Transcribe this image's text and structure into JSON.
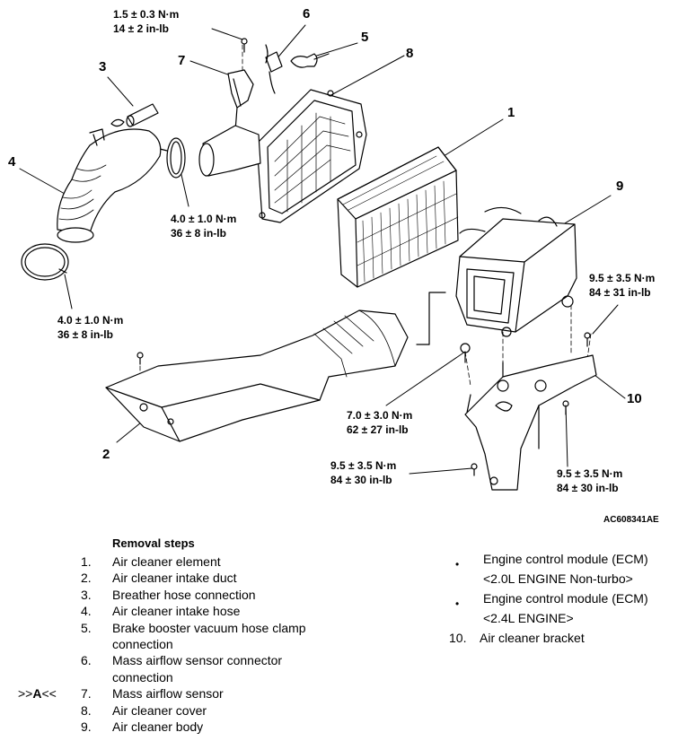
{
  "callouts": {
    "c1": "1",
    "c2": "2",
    "c3": "3",
    "c4": "4",
    "c5": "5",
    "c6": "6",
    "c7": "7",
    "c8": "8",
    "c9": "9",
    "c10": "10"
  },
  "torques": {
    "t1": {
      "nm": "1.5 ± 0.3 N·m",
      "inlb": "14 ± 2 in-lb"
    },
    "t2": {
      "nm": "4.0 ± 1.0 N·m",
      "inlb": "36 ± 8 in-lb"
    },
    "t3": {
      "nm": "4.0 ± 1.0 N·m",
      "inlb": "36 ± 8 in-lb"
    },
    "t4": {
      "nm": "9.5 ± 3.5 N·m",
      "inlb": "84 ± 31 in-lb"
    },
    "t5": {
      "nm": "7.0 ± 3.0 N·m",
      "inlb": "62 ± 27 in-lb"
    },
    "t6": {
      "nm": "9.5 ± 3.5 N·m",
      "inlb": "84 ± 30 in-lb"
    },
    "t7": {
      "nm": "9.5 ± 3.5 N·m",
      "inlb": "84 ± 30 in-lb"
    }
  },
  "figure_id": "AC608341AE",
  "removal": {
    "title": "Removal steps",
    "steps": [
      {
        "mark": "",
        "n": "1.",
        "text": "Air cleaner element"
      },
      {
        "mark": "",
        "n": "2.",
        "text": "Air cleaner intake duct"
      },
      {
        "mark": "",
        "n": "3.",
        "text": "Breather hose connection"
      },
      {
        "mark": "",
        "n": "4.",
        "text": "Air cleaner intake hose"
      },
      {
        "mark": "",
        "n": "5.",
        "text": "Brake booster vacuum hose clamp connection"
      },
      {
        "mark": "",
        "n": "6.",
        "text": "Mass airflow sensor connector connection"
      },
      {
        "mark_pre": ">>",
        "mark_b": "A",
        "mark_post": "<<",
        "n": "7.",
        "text": "Mass airflow sensor"
      },
      {
        "mark": "",
        "n": "8.",
        "text": "Air cleaner cover"
      },
      {
        "mark": "",
        "n": "9.",
        "text": "Air cleaner body"
      }
    ],
    "notes": [
      {
        "bullet": "•",
        "line1": "Engine control module (ECM)",
        "line2": "<2.0L ENGINE  Non-turbo>"
      },
      {
        "bullet": "•",
        "line1": "Engine control module (ECM)",
        "line2": "<2.4L ENGINE>"
      }
    ],
    "step10": {
      "n": "10.",
      "text": "Air cleaner bracket"
    }
  }
}
